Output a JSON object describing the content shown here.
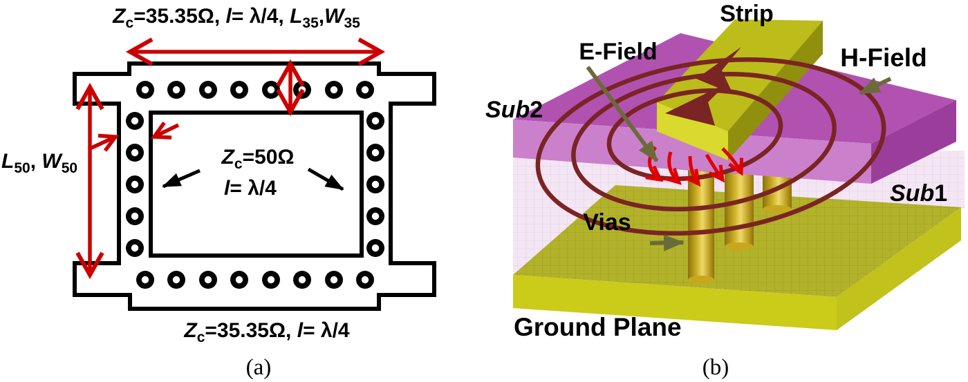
{
  "figure": {
    "a": {
      "caption": "(a)",
      "top_label": {
        "z": "Z",
        "zsub": "c",
        "eq": "=35.35Ω, ",
        "l": "l",
        "mid": "= λ/4, ",
        "L": "L",
        "Lsub": "35",
        "comma": ",",
        "W": "W",
        "Wsub": "35"
      },
      "left_label": {
        "L": "L",
        "Lsub": "50",
        "comma": ", ",
        "W": "W",
        "Wsub": "50"
      },
      "center_line1": {
        "z": "Z",
        "zsub": "c",
        "eq": "=50Ω"
      },
      "center_line2": {
        "l": "l",
        "eq": "= λ/4"
      },
      "bottom_label": {
        "z": "Z",
        "zsub": "c",
        "eq": "=35.35Ω, ",
        "l": "l",
        "eq2": "= λ/4"
      }
    },
    "b": {
      "caption": "(b)",
      "strip": "Strip",
      "e_field": "E-Field",
      "h_field": "H-Field",
      "sub2": {
        "prefix": "Sub",
        "num": "2"
      },
      "sub1": {
        "prefix": "Sub",
        "num": "1"
      },
      "vias": "Vias",
      "ground_plane": "Ground Plane"
    }
  },
  "colors": {
    "dimension_red": "#cc0000",
    "annotation_black": "#000000",
    "field_loop_maroon": "#7a2424",
    "e_field_red": "#e00000",
    "label_arrow_olive": "#6b6b3a",
    "substrate2_purple": "#b152b1",
    "substrate2_front": "#cb80cb",
    "substrate2_side": "#9b3e9b",
    "substrate1_pink": "#f4e6f4",
    "strip_gold": "#bcbc1a",
    "ground_olive": "#b2b22b",
    "ground_front": "#cbcb1a",
    "via_gold": "#d4b832"
  }
}
